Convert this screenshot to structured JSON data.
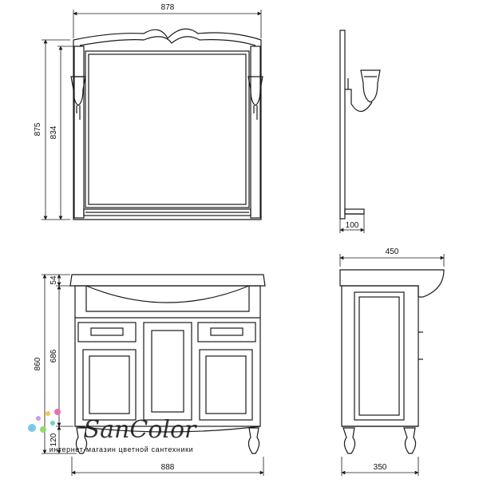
{
  "dimensions": {
    "mirror_width": "878",
    "mirror_height_total": "875",
    "mirror_height_frame": "834",
    "side_depth_mirror": "100",
    "vanity_depth_total": "450",
    "vanity_height_sink": "54",
    "vanity_height_doors": "686",
    "vanity_height_total": "860",
    "vanity_leg_height": "120",
    "vanity_width": "888",
    "vanity_base_depth": "350"
  },
  "watermark": {
    "brand": "SanColor",
    "tagline": "интернет-магазин цветной сантехники"
  },
  "colors": {
    "line": "#1a1a1a",
    "watermark": "#c9c9c9",
    "dots": [
      "#f2c94c",
      "#e86fb7",
      "#7cc7e8",
      "#8edb6e",
      "#c79be8",
      "#6fd3c4"
    ]
  }
}
